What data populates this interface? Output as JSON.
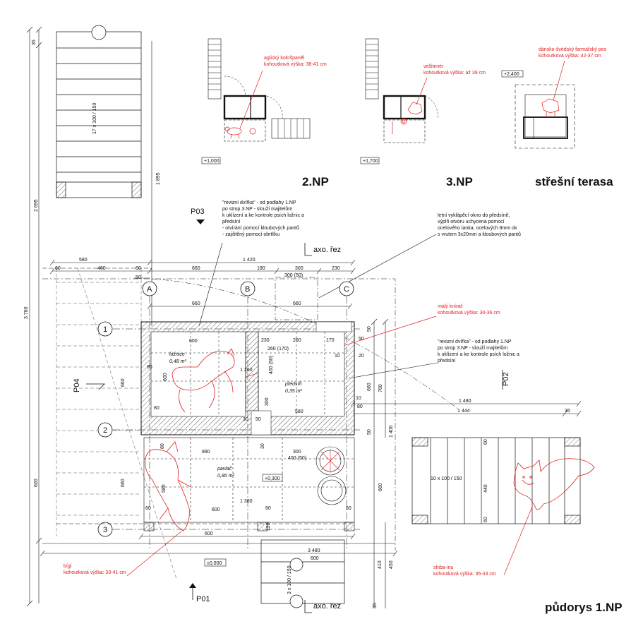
{
  "titles": {
    "floor2": "2.NP",
    "floor3": "3.NP",
    "roof": "střešní terasa",
    "ground": "půdorys 1.NP"
  },
  "breeds": {
    "cocker": "aglický kokršpaněl",
    "cocker_h": "kohoutková výška: 38-41 cm",
    "welsh": "velšteriér",
    "welsh_h": "kohoutková výška: až 39 cm",
    "danish": "dánsko-švédský farmářský pes",
    "danish_h": "kohoutková výška: 32-37 cm",
    "pinscher": "malý knírač",
    "pinscher_h": "kohoutková výška: 30-36 cm",
    "beagle": "bígl",
    "beagle_h": "kohoutková výška: 33-41 cm",
    "shiba": "shiba-inu",
    "shiba_h": "kohoutková výška: 35-43 cm"
  },
  "levels": {
    "l2": "+1,000",
    "l3": "+1,700",
    "roof": "+2,400",
    "pavlac": "+0,300",
    "ground": "±0,000"
  },
  "notes": {
    "n1": [
      "\"revizní dvířka\" - od podlahy 1.NP",
      "po strop 3.NP - slouží majitelům",
      "k uklízení a ke kontrole psích ložnic a",
      "předsíní",
      "- otvírání pomocí kloubových pantů",
      "- zajištěný pomocí obrtlíku"
    ],
    "n2": [
      "letní vyklápěcí okno do předsíně,",
      "výplň otvoru uchycena pomocí",
      "ocelového lanka, ocelových 8mm ok",
      "s vrutem 3x20mm a kloubových pantů"
    ],
    "n3": [
      "\"revizní dvířka\" - od podlahy 1.NP",
      "po strop 3.NP - slouží majitelům",
      "k uklízení a ke kontrole psích ložnic a",
      "předsíní"
    ]
  },
  "rooms": {
    "loznice": "ložnice",
    "loznice_a": "0,48 m²",
    "predsin": "předsíň",
    "predsin_a": "0,35 m²",
    "pavlac": "pavlač",
    "pavlac_a": "0,86 m²"
  },
  "sections": {
    "p01": "P01",
    "p02": "P02",
    "p03": "P03",
    "p04": "P04",
    "axo": "axo. řez"
  },
  "axes": [
    "A",
    "B",
    "C",
    "1",
    "2",
    "3"
  ],
  "stairs": {
    "s1": "17 x 100 / 150",
    "s2": "10 x 100 / 150",
    "s3": "3 x 100 / 150"
  },
  "dims": {
    "d35": "35",
    "d1895": "1 895",
    "d2695": "2 695",
    "d3780": "3 780",
    "d600": "600",
    "d580": "580",
    "d460": "460",
    "d60": "60",
    "d50": "50",
    "d1420": "1 420",
    "d660": "660",
    "d180": "180",
    "d300": "300",
    "d230": "230",
    "d300_50": "300 (50)",
    "d260": "260",
    "d170": "170",
    "d260_170": "260 (170)",
    "d400_50": "400 (50)",
    "d1260": "1 260",
    "d80": "80",
    "d10": "10",
    "d20": "20",
    "d760": "760",
    "d1480": "1 480",
    "d1444": "1 444",
    "d36": "36",
    "d1400": "1 400",
    "d890": "890",
    "d1380": "1 380",
    "d3480": "3 480",
    "d120": "120",
    "d410": "410",
    "d450": "450",
    "d30": "30",
    "d440": "440"
  },
  "colors": {
    "ink": "#111111",
    "accent": "#e0201c"
  }
}
